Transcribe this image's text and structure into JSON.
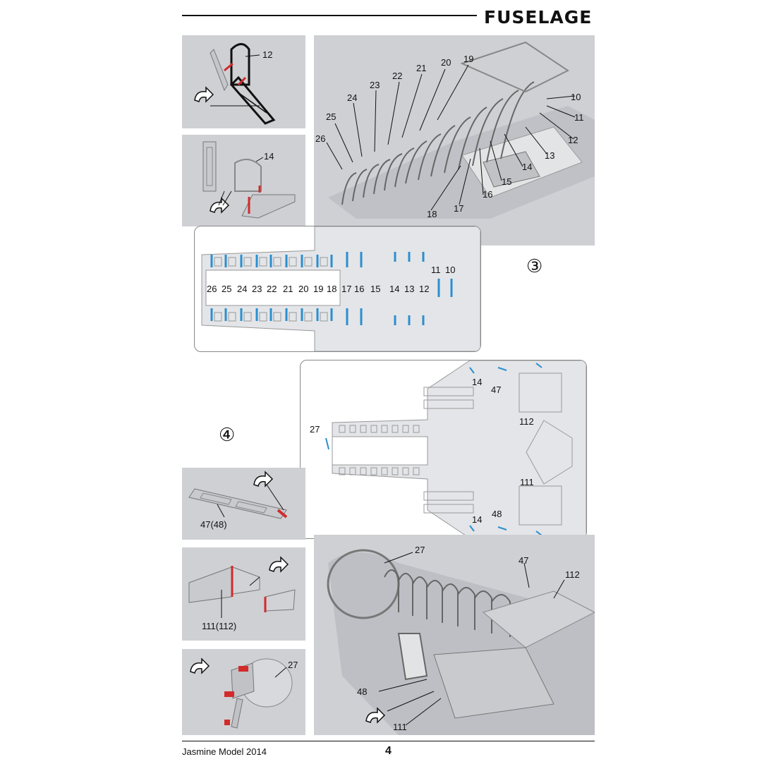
{
  "header": {
    "title": "FUSELAGE"
  },
  "steps": {
    "three": "③",
    "four": "④"
  },
  "panels": {
    "p12": {
      "labels": [
        "12"
      ]
    },
    "p14": {
      "labels": [
        "14"
      ]
    },
    "main_top": {
      "labels": [
        "26",
        "25",
        "24",
        "23",
        "22",
        "21",
        "20",
        "19",
        "10",
        "11",
        "12",
        "13",
        "14",
        "15",
        "16",
        "17",
        "18"
      ]
    },
    "p47": {
      "labels": [
        "47(48)"
      ]
    },
    "p111": {
      "labels": [
        "111(112)"
      ]
    },
    "p27": {
      "labels": [
        "27"
      ]
    },
    "main_bottom": {
      "labels": [
        "27",
        "47",
        "112",
        "48",
        "111"
      ]
    }
  },
  "sheet3": {
    "labels": [
      "26",
      "25",
      "24",
      "23",
      "22",
      "21",
      "20",
      "19",
      "18",
      "17",
      "16",
      "15",
      "14",
      "13",
      "12",
      "11",
      "10"
    ]
  },
  "sheet4": {
    "labels": [
      "27",
      "14",
      "47",
      "112",
      "111",
      "48",
      "14"
    ]
  },
  "colors": {
    "accent_blue": "#2a8fd0",
    "accent_red": "#d32a2a",
    "metal": "#b8bac0"
  },
  "footer": {
    "brand": "Jasmine Model 2014",
    "page": "4"
  }
}
